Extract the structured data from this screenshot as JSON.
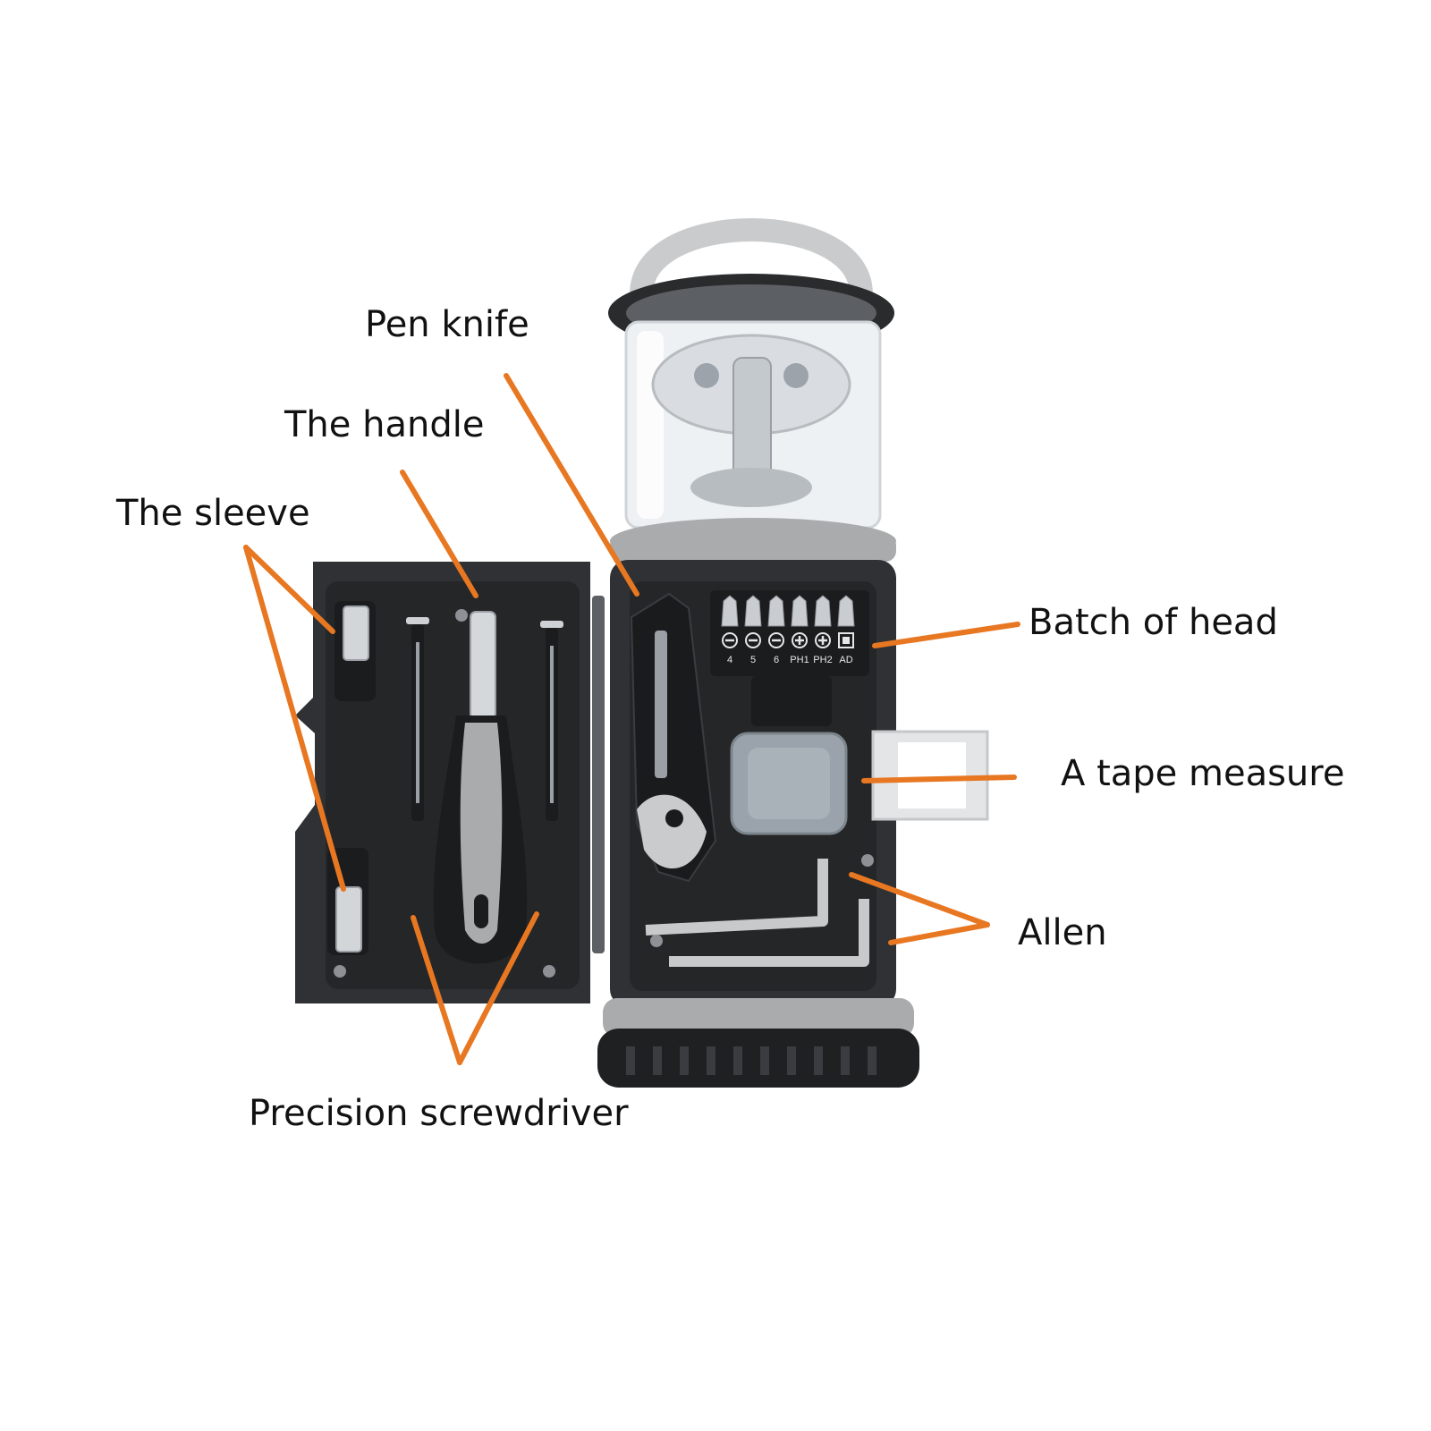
{
  "colors": {
    "callout": "#e87722",
    "case_dark": "#2f3134",
    "case_darker": "#1f2022",
    "case_grey": "#a9abad",
    "lantern_grey": "#c9cbcd",
    "tape_grey": "#9aa3ab"
  },
  "labels": {
    "pen_knife": "Pen knife",
    "the_handle": "The handle",
    "the_sleeve": "The sleeve",
    "batch_of_head": "Batch of head",
    "tape_measure": "A tape measure",
    "allen": "Allen",
    "precision_screwdriver": "Precision screwdriver"
  },
  "bit_sizes": [
    "4",
    "5",
    "6",
    "PH1",
    "PH2",
    "AD"
  ],
  "icons": [
    "slotted-bit-icon",
    "slotted-bit-icon",
    "slotted-bit-icon",
    "phillips-bit-icon",
    "phillips-bit-icon",
    "adapter-bit-icon"
  ]
}
